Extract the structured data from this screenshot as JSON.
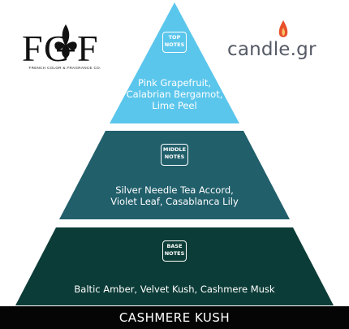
{
  "brand_left": {
    "monogram": "FCF",
    "caption": "FRENCH COLOR & FRAGRANCE CO."
  },
  "brand_right": {
    "name": "candle.gr",
    "accent_color": "#e8502b"
  },
  "pyramid": {
    "top": {
      "badge": [
        "TOP",
        "NOTES"
      ],
      "notes": [
        "Pink Grapefruit,",
        "Calabrian Bergamot,",
        "Lime Peel"
      ],
      "color": "#5bc6ec"
    },
    "middle": {
      "badge": [
        "MIDDLE",
        "NOTES"
      ],
      "notes": [
        "Silver Needle Tea Accord,",
        "Violet Leaf, Casablanca Lily"
      ],
      "color": "#215f6b"
    },
    "base": {
      "badge": [
        "BASE",
        "NOTES"
      ],
      "notes": [
        "Baltic Amber, Velvet Kush, Cashmere Musk"
      ],
      "color": "#0c3c37"
    }
  },
  "product_name": "CASHMERE KUSH"
}
